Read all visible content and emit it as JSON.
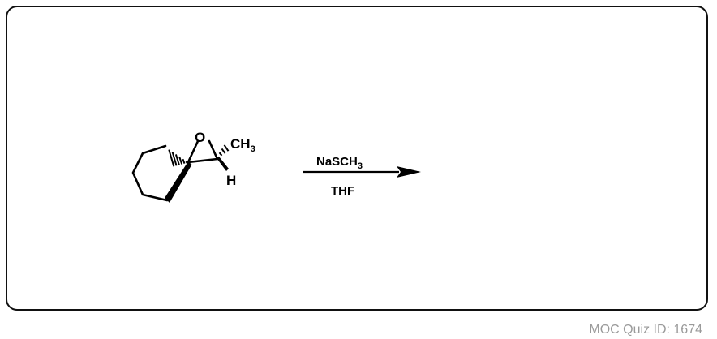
{
  "molecule": {
    "oxygen": "O",
    "methyl_main": "CH",
    "methyl_sub": "3",
    "hydrogen": "H"
  },
  "reaction": {
    "reagent_main": "NaSCH",
    "reagent_sub": "3",
    "solvent": "THF"
  },
  "footer": {
    "quiz_id": "MOC Quiz ID: 1674"
  }
}
